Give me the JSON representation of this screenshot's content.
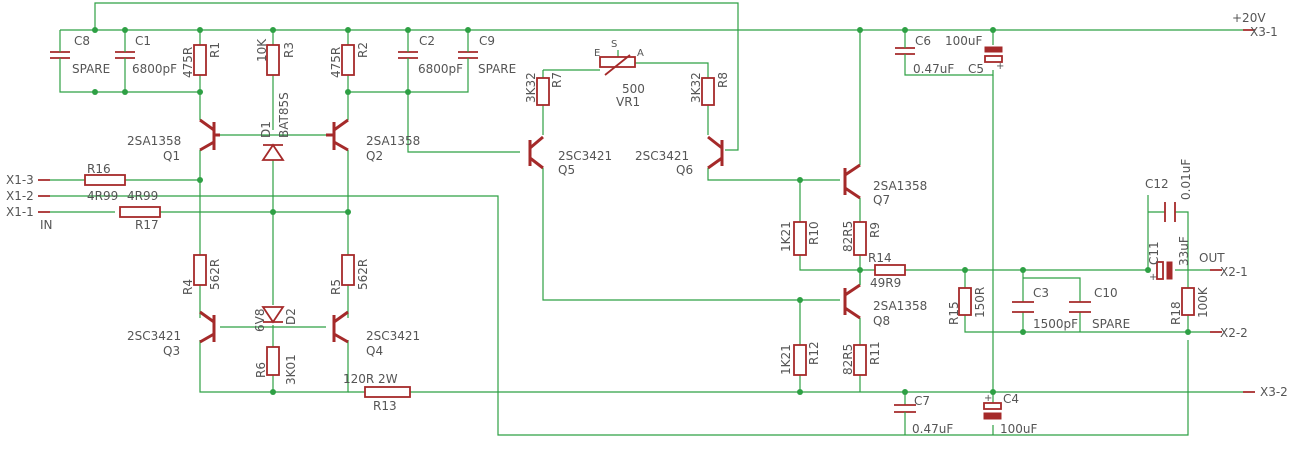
{
  "rails": {
    "pos": "+20V",
    "x3_1": "X3-1",
    "x3_2": "X3-2"
  },
  "inputs": {
    "x1_3": "X1-3",
    "x1_2": "X1-2",
    "x1_1": "X1-1",
    "in": "IN"
  },
  "outputs": {
    "out": "OUT",
    "x2_1": "X2-1",
    "x2_2": "X2-2"
  },
  "parts": {
    "C8": {
      "ref": "C8",
      "val": "SPARE"
    },
    "C1": {
      "ref": "C1",
      "val": "6800pF"
    },
    "R1": {
      "ref": "R1",
      "val": "475R"
    },
    "R3": {
      "ref": "R3",
      "val": "10K"
    },
    "R2": {
      "ref": "R2",
      "val": "475R"
    },
    "C2": {
      "ref": "C2",
      "val": "6800pF"
    },
    "C9": {
      "ref": "C9",
      "val": "SPARE"
    },
    "R7": {
      "ref": "R7",
      "val": "3K32"
    },
    "VR1": {
      "ref": "VR1",
      "val": "500",
      "pin_e": "E",
      "pin_s": "S",
      "pin_a": "A"
    },
    "R8": {
      "ref": "R8",
      "val": "3K32"
    },
    "C6": {
      "ref": "C6",
      "val": "0.47uF"
    },
    "C5": {
      "ref": "C5",
      "val": "100uF"
    },
    "Q1": {
      "ref": "Q1",
      "val": "2SA1358"
    },
    "D1": {
      "ref": "D1",
      "val": "BAT85S"
    },
    "Q2": {
      "ref": "Q2",
      "val": "2SA1358"
    },
    "Q5": {
      "ref": "Q5",
      "val": "2SC3421"
    },
    "Q6": {
      "ref": "Q6",
      "val": "2SC3421"
    },
    "R16": {
      "ref": "R16",
      "val": "4R99"
    },
    "R17": {
      "ref": "R17",
      "val": "4R99"
    },
    "Q7": {
      "ref": "Q7",
      "val": "2SA1358"
    },
    "C12": {
      "ref": "C12",
      "val": "0.01uF"
    },
    "R10": {
      "ref": "R10",
      "val": "1K21"
    },
    "R9": {
      "ref": "R9",
      "val": "82R5"
    },
    "R14": {
      "ref": "R14",
      "val": "49R9"
    },
    "C11": {
      "ref": "C11",
      "val": "33uF"
    },
    "R4": {
      "ref": "R4",
      "val": "562R"
    },
    "R5": {
      "ref": "R5",
      "val": "562R"
    },
    "Q8": {
      "ref": "Q8",
      "val": "2SA1358"
    },
    "R15": {
      "ref": "R15",
      "val": "150R"
    },
    "C3": {
      "ref": "C3",
      "val": "1500pF"
    },
    "C10": {
      "ref": "C10",
      "val": "SPARE"
    },
    "R18": {
      "ref": "R18",
      "val": "100K"
    },
    "Q3": {
      "ref": "Q3",
      "val": "2SC3421"
    },
    "D2": {
      "ref": "D2",
      "val": "6V8"
    },
    "Q4": {
      "ref": "Q4",
      "val": "2SC3421"
    },
    "R6": {
      "ref": "R6",
      "val": "3K01"
    },
    "R12": {
      "ref": "R12",
      "val": "1K21"
    },
    "R11": {
      "ref": "R11",
      "val": "82R5"
    },
    "R13": {
      "ref": "R13",
      "val": "120R 2W"
    },
    "C7": {
      "ref": "C7",
      "val": "0.47uF"
    },
    "C4": {
      "ref": "C4",
      "val": "100uF"
    }
  }
}
